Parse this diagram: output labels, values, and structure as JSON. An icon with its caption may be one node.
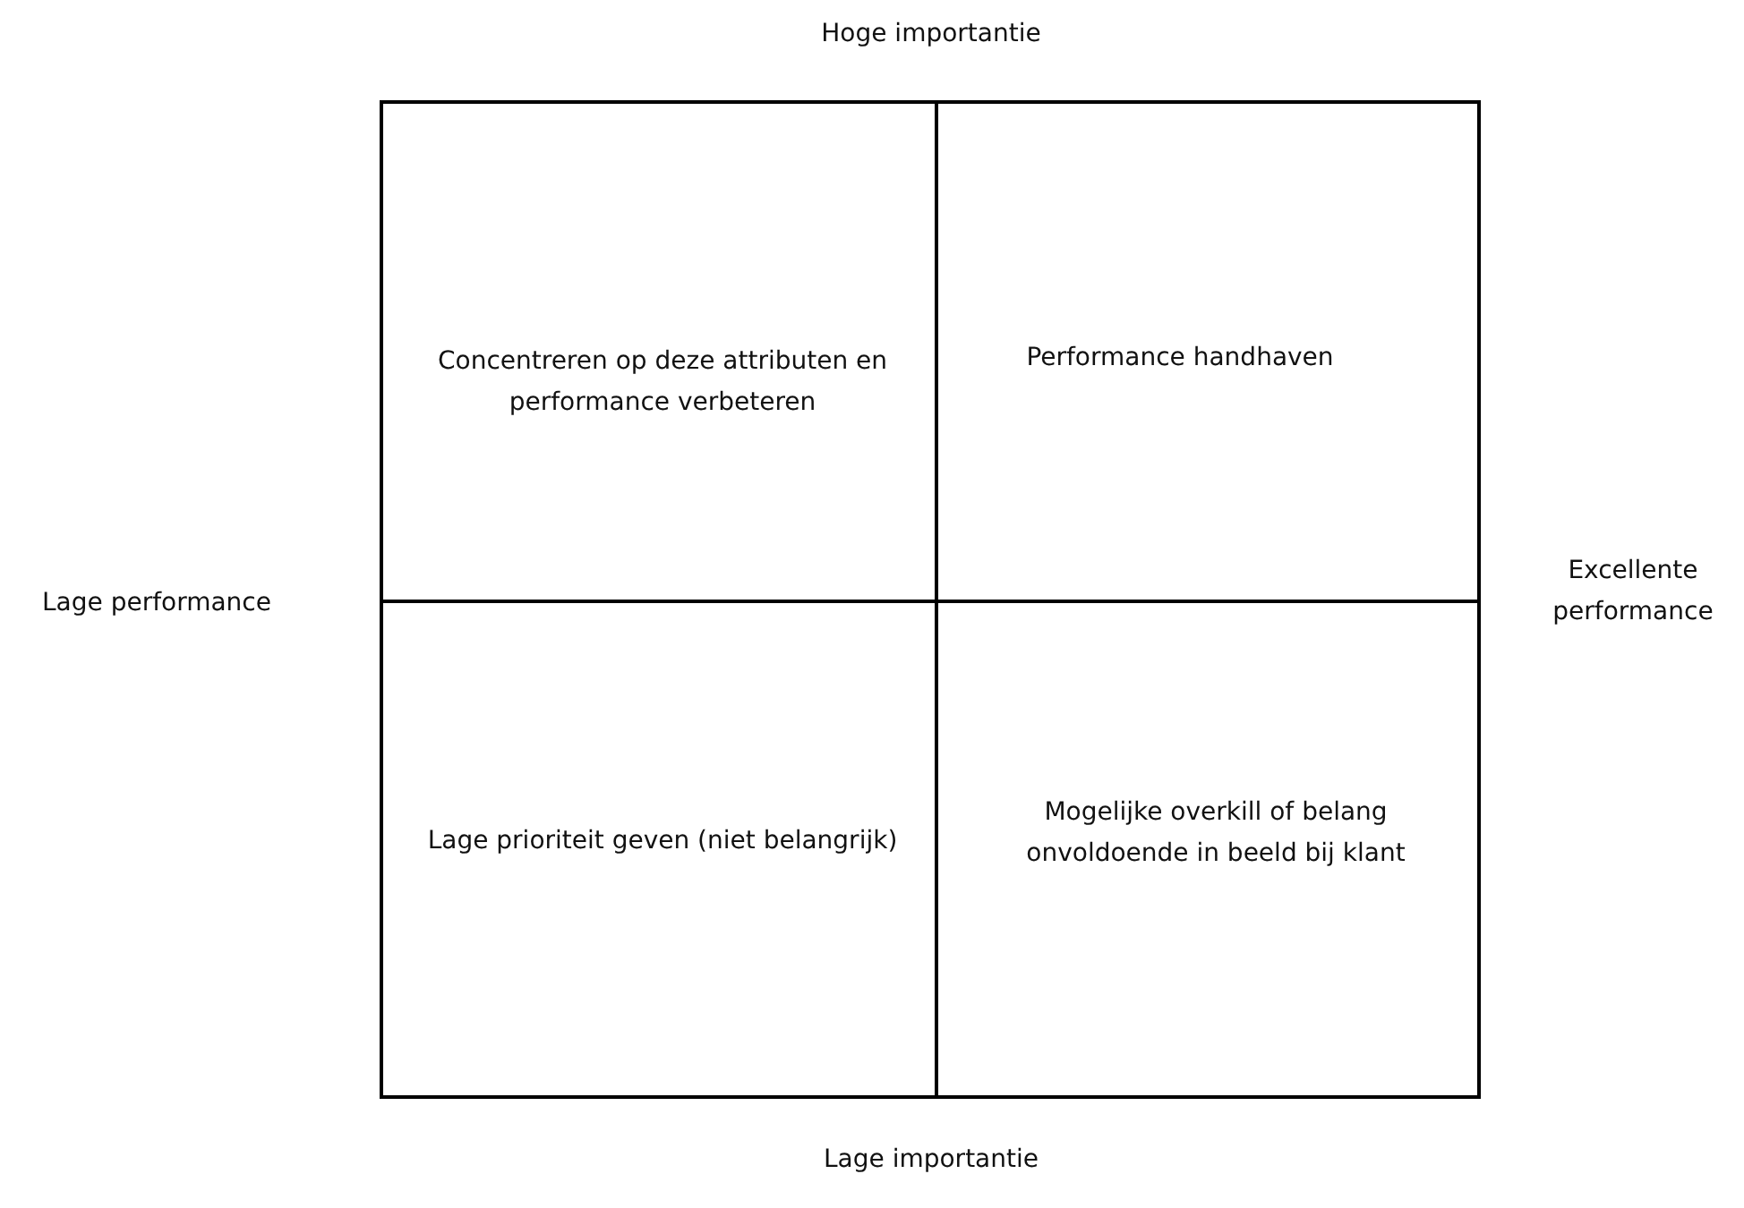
{
  "diagram": {
    "nodes": [
      {
        "text": [
          "Concentreren op deze attributen en performance verbeteren"
        ]
      },
      {
        "text": [
          "Performance handhaven"
        ]
      },
      {
        "text": [
          "Lage prioriteit geven (niet belangrijk)"
        ]
      },
      {
        "text": [
          "Mogelijke overkill of belang onvoldoende in beeld bij klant"
        ]
      }
    ],
    "edges": [],
    "labels": [
      "Hoge importantie",
      "Lage performance",
      "Excellente performance",
      "Lage importantie"
    ]
  }
}
